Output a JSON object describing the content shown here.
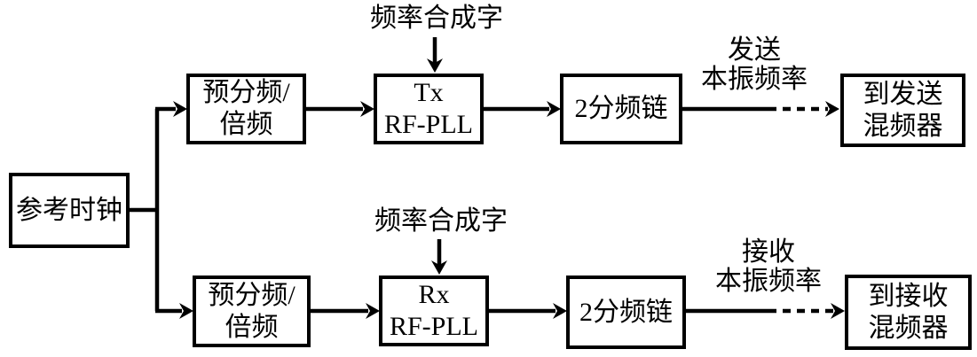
{
  "diagram": {
    "reference_clock": {
      "label": "参考时钟"
    },
    "tx": {
      "synth_word": "频率合成字",
      "prescaler": {
        "line1": "预分频/",
        "line2": "倍频"
      },
      "pll": {
        "line1": "Tx",
        "line2": "RF-PLL"
      },
      "divider": "2分频链",
      "lo_freq": {
        "line1": "发送",
        "line2": "本振频率"
      },
      "mixer": {
        "line1": "到发送",
        "line2": "混频器"
      }
    },
    "rx": {
      "synth_word": "频率合成字",
      "prescaler": {
        "line1": "预分频/",
        "line2": "倍频"
      },
      "pll": {
        "line1": "Rx",
        "line2": "RF-PLL"
      },
      "divider": "2分频链",
      "lo_freq": {
        "line1": "接收",
        "line2": "本振频率"
      },
      "mixer": {
        "line1": "到接收",
        "line2": "混频器"
      }
    },
    "colors": {
      "line": "#000000",
      "background": "#ffffff",
      "text": "#000000"
    }
  }
}
